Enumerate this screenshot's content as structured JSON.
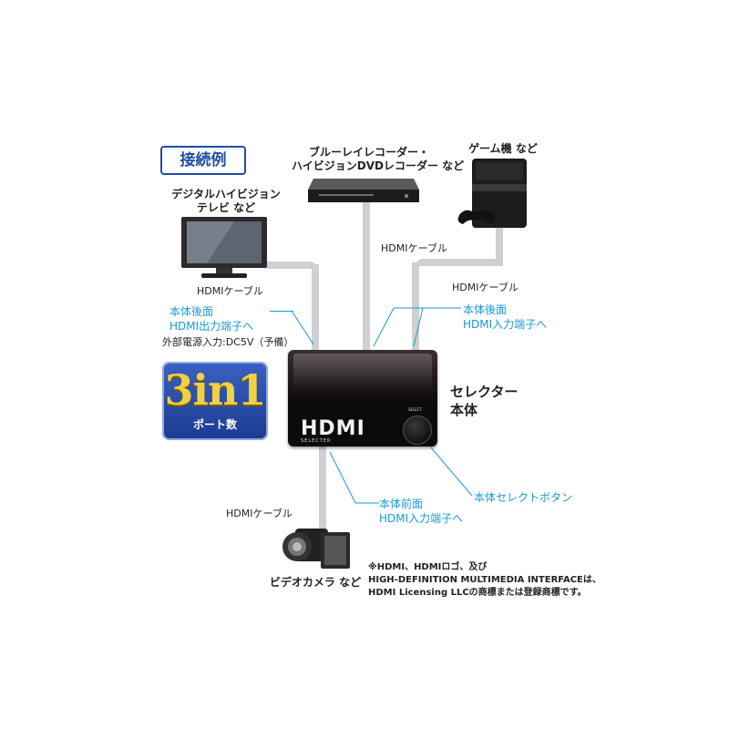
{
  "title": "接続例",
  "devices": {
    "tv": [
      "デジタルハイビジョン",
      "テレビ など"
    ],
    "recorder": [
      "ブルーレイレコーダー・",
      "ハイビジョンDVDレコーダー など"
    ],
    "game": "ゲーム機 など",
    "camera": "ビデオカメラ など",
    "selector": [
      "セレクター",
      "本体"
    ]
  },
  "cable_labels": {
    "top_center": "HDMIケーブル",
    "left": "HDMIケーブル",
    "right": "HDMIケーブル",
    "bottom": "HDMIケーブル"
  },
  "callouts": {
    "rear_output": [
      "本体後面",
      "HDMI出力端子へ"
    ],
    "rear_input": [
      "本体後面",
      "HDMI入力端子へ"
    ],
    "power": "外部電源入力:DC5V（予備）",
    "select_button": "本体セレクトボタン",
    "front_input": [
      "本体前面",
      "HDMI入力端子へ"
    ]
  },
  "badge": {
    "main": "3in1",
    "sub": "ポート数"
  },
  "selector_panel": {
    "logo": "HDMI",
    "logo_sub": "SELECTER",
    "button_label": "SELECT"
  },
  "note": [
    "※HDMI、HDMIロゴ、及び",
    "HIGH-DEFINITION MULTIMEDIA INTERFACEは、",
    "HDMI Licensing LLCの商標または登録商標です。"
  ],
  "colors": {
    "accent_blue": "#1a9ad6",
    "title_blue": "#1f4fa0",
    "cable_gray": "#cfd0d2",
    "badge_gold": "#f1d043"
  }
}
